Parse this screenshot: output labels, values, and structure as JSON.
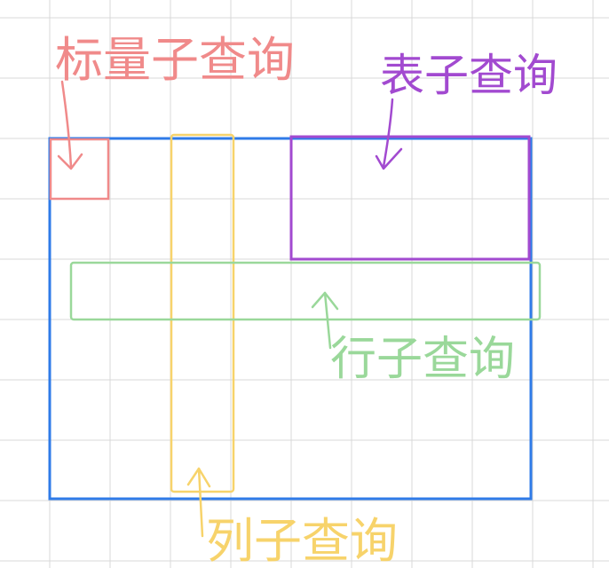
{
  "colors": {
    "background": "#ffffff",
    "grid": "#d9d9d9",
    "table": "#2f7be8",
    "scalar": "#f08a8a",
    "table_subquery": "#a24ad0",
    "row_subquery": "#9ad89a",
    "column_subquery": "#f7d36b"
  },
  "labels": {
    "scalar_subquery": "标量子查询",
    "table_subquery": "表子查询",
    "row_subquery": "行子查询",
    "column_subquery": "列子查询"
  }
}
